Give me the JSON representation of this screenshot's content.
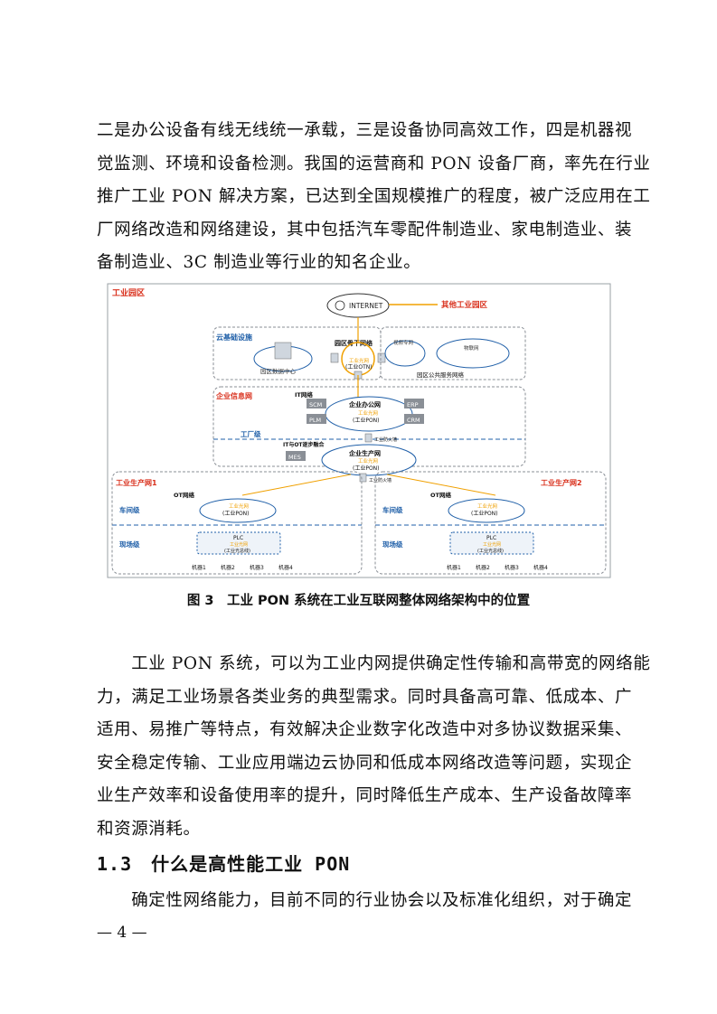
{
  "para1": {
    "lines": [
      "二是办公设备有线无线统一承载，三是设备协同高效工作，四是机器视",
      "觉监测、环境和设备检测。我国的运营商和 PON 设备厂商，率先在行业",
      "推广工业 PON 解决方案，已达到全国规模推广的程度，被广泛应用在工",
      "厂网络改造和网络建设，其中包括汽车零配件制造业、家电制造业、装",
      "备制造业、3C 制造业等行业的知名企业。"
    ]
  },
  "figure": {
    "park_label": "工业园区",
    "internet": "INTERNET",
    "other_park": "其他工业园区",
    "cloud_infra": "云基础设施",
    "park_backbone": "园区骨干网络",
    "industrial_otn": "工业光网",
    "industrial_otn_sub": "(工业OTN)",
    "park_datacenter": "园区数据中心",
    "video_network": "视频专网",
    "iot_network": "物联网",
    "public_service_net": "园区公共服务网络",
    "enterprise_info_net": "企业信息网",
    "it_network": "IT网络",
    "office_net": "企业办公网",
    "office_pon_top": "工业光网",
    "office_pon": "(工业PON)",
    "scm": "SCM",
    "plm": "PLM",
    "erp": "ERP",
    "crm": "CRM",
    "factory_level": "工厂级",
    "firewall1": "工业防火墙",
    "it_ot_fusion": "IT与OT逐步融合",
    "mes": "MES",
    "prod_net": "企业生产网",
    "prod_pon_top": "工业光网",
    "prod_pon": "(工业PON)",
    "firewall2": "工业防火墙",
    "prod_net1": "工业生产网1",
    "prod_net2": "工业生产网2",
    "ot_network": "OT网络",
    "workshop_level": "车间级",
    "field_level": "现场级",
    "ot_pon_top": "工业光网",
    "ot_pon": "(工业PON)",
    "plc": "PLC",
    "plc_top": "工业光网",
    "plc_bus": "(工业光总线)",
    "machines": [
      "机器1",
      "机器2",
      "机器3",
      "机器4"
    ]
  },
  "caption": "图 3　工业 PON 系统在工业互联网整体网络架构中的位置",
  "para2": {
    "lines": [
      "　　工业 PON 系统，可以为工业内网提供确定性传输和高带宽的网络能",
      "力，满足工业场景各类业务的典型需求。同时具备高可靠、低成本、广",
      "适用、易推广等特点，有效解决企业数字化改造中对多协议数据采集、",
      "安全稳定传输、工业应用端边云协同和低成本网络改造等问题，实现企",
      "业生产效率和设备使用率的提升，同时降低生产成本、生产设备故障率",
      "和资源消耗。"
    ]
  },
  "heading": "1.3　什么是高性能工业 PON",
  "para3": {
    "lines": [
      "　　确定性网络能力，目前不同的行业协会以及标准化组织，对于确定"
    ]
  },
  "page_number": "— 4 —",
  "colors": {
    "red": "#d9301c",
    "blue": "#1f5fa8",
    "orange": "#f0a000",
    "gray": "#8a8f96"
  }
}
